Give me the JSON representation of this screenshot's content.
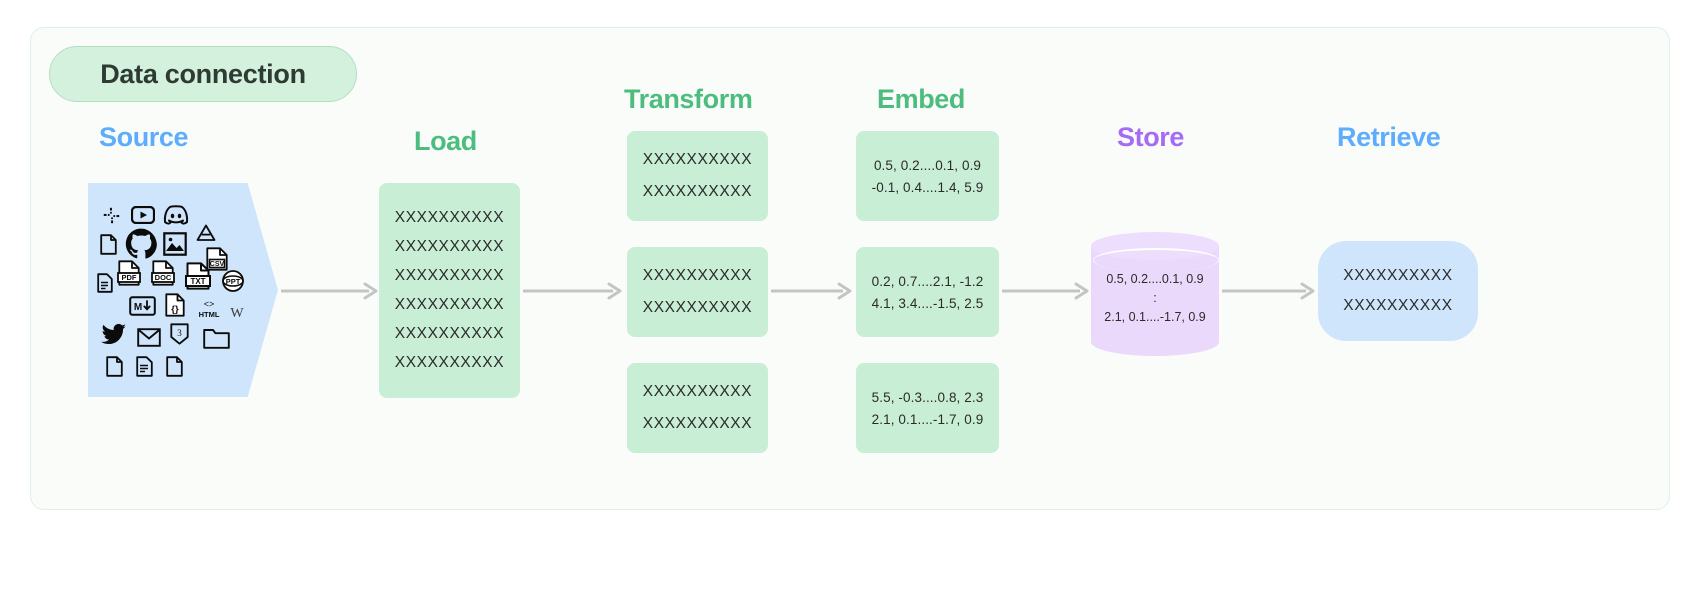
{
  "badge": {
    "label": "Data connection"
  },
  "headings": {
    "source": "Source",
    "load": "Load",
    "transform": "Transform",
    "embed": "Embed",
    "store": "Store",
    "retrieve": "Retrieve"
  },
  "colors": {
    "panel_bg": "#fafcfa",
    "panel_border": "#dff0e4",
    "badge_bg": "#d4f1dd",
    "badge_border": "#b2dfc2",
    "blue_heading": "#5dadfc",
    "green_heading": "#4dbd7f",
    "purple_heading": "#a56bf5",
    "green_box": "#c8eed5",
    "blue_box": "#cfe5fb",
    "purple_cylinder": "#ead9fb",
    "arrow": "#c4c4c4"
  },
  "source": {
    "icons": [
      {
        "name": "slack-icon",
        "label": "Slack"
      },
      {
        "name": "youtube-icon",
        "label": "YouTube"
      },
      {
        "name": "discord-icon",
        "label": "Discord"
      },
      {
        "name": "file-blank-icon",
        "label": "File"
      },
      {
        "name": "github-icon",
        "label": "GitHub"
      },
      {
        "name": "image-icon",
        "label": "Image"
      },
      {
        "name": "google-drive-icon",
        "label": "Google Drive"
      },
      {
        "name": "csv-file-icon",
        "label": "CSV"
      },
      {
        "name": "text-document-icon",
        "label": "Document"
      },
      {
        "name": "pdf-file-icon",
        "label": "PDF"
      },
      {
        "name": "doc-file-icon",
        "label": "DOC"
      },
      {
        "name": "txt-file-icon",
        "label": "TXT"
      },
      {
        "name": "ppt-file-icon",
        "label": "PPT"
      },
      {
        "name": "markdown-icon",
        "label": "Markdown"
      },
      {
        "name": "json-file-icon",
        "label": "JSON"
      },
      {
        "name": "html-icon",
        "label": "HTML"
      },
      {
        "name": "wikipedia-icon",
        "label": "Wikipedia"
      },
      {
        "name": "twitter-icon",
        "label": "Twitter"
      },
      {
        "name": "email-icon",
        "label": "Email"
      },
      {
        "name": "css3-icon",
        "label": "CSS3"
      },
      {
        "name": "folder-icon",
        "label": "Folder"
      },
      {
        "name": "file-blank-2-icon",
        "label": "File"
      },
      {
        "name": "file-lines-icon",
        "label": "File"
      },
      {
        "name": "file-blank-3-icon",
        "label": "File"
      }
    ]
  },
  "load": {
    "rows": [
      "XXXXXXXXXX",
      "XXXXXXXXXX",
      "XXXXXXXXXX",
      "XXXXXXXXXX",
      "XXXXXXXXXX",
      "XXXXXXXXXX"
    ]
  },
  "transform": {
    "boxes": [
      {
        "rows": [
          "XXXXXXXXXX",
          "XXXXXXXXXX"
        ]
      },
      {
        "rows": [
          "XXXXXXXXXX",
          "XXXXXXXXXX"
        ]
      },
      {
        "rows": [
          "XXXXXXXXXX",
          "XXXXXXXXXX"
        ]
      }
    ]
  },
  "embed": {
    "boxes": [
      {
        "rows": [
          "0.5, 0.2....0.1, 0.9",
          "-0.1, 0.4....1.4, 5.9"
        ]
      },
      {
        "rows": [
          "0.2, 0.7....2.1, -1.2",
          "4.1, 3.4....-1.5, 2.5"
        ]
      },
      {
        "rows": [
          "5.5, -0.3....0.8, 2.3",
          "2.1, 0.1....-1.7, 0.9"
        ]
      }
    ]
  },
  "store": {
    "rows": [
      "0.5, 0.2....0.1, 0.9",
      ":",
      "2.1, 0.1....-1.7, 0.9"
    ]
  },
  "retrieve": {
    "rows": [
      "XXXXXXXXXX",
      "XXXXXXXXXX"
    ]
  },
  "arrows": [
    {
      "name": "arrow-source-to-load"
    },
    {
      "name": "arrow-load-to-transform"
    },
    {
      "name": "arrow-transform-to-embed"
    },
    {
      "name": "arrow-embed-to-store"
    },
    {
      "name": "arrow-store-to-retrieve"
    }
  ]
}
